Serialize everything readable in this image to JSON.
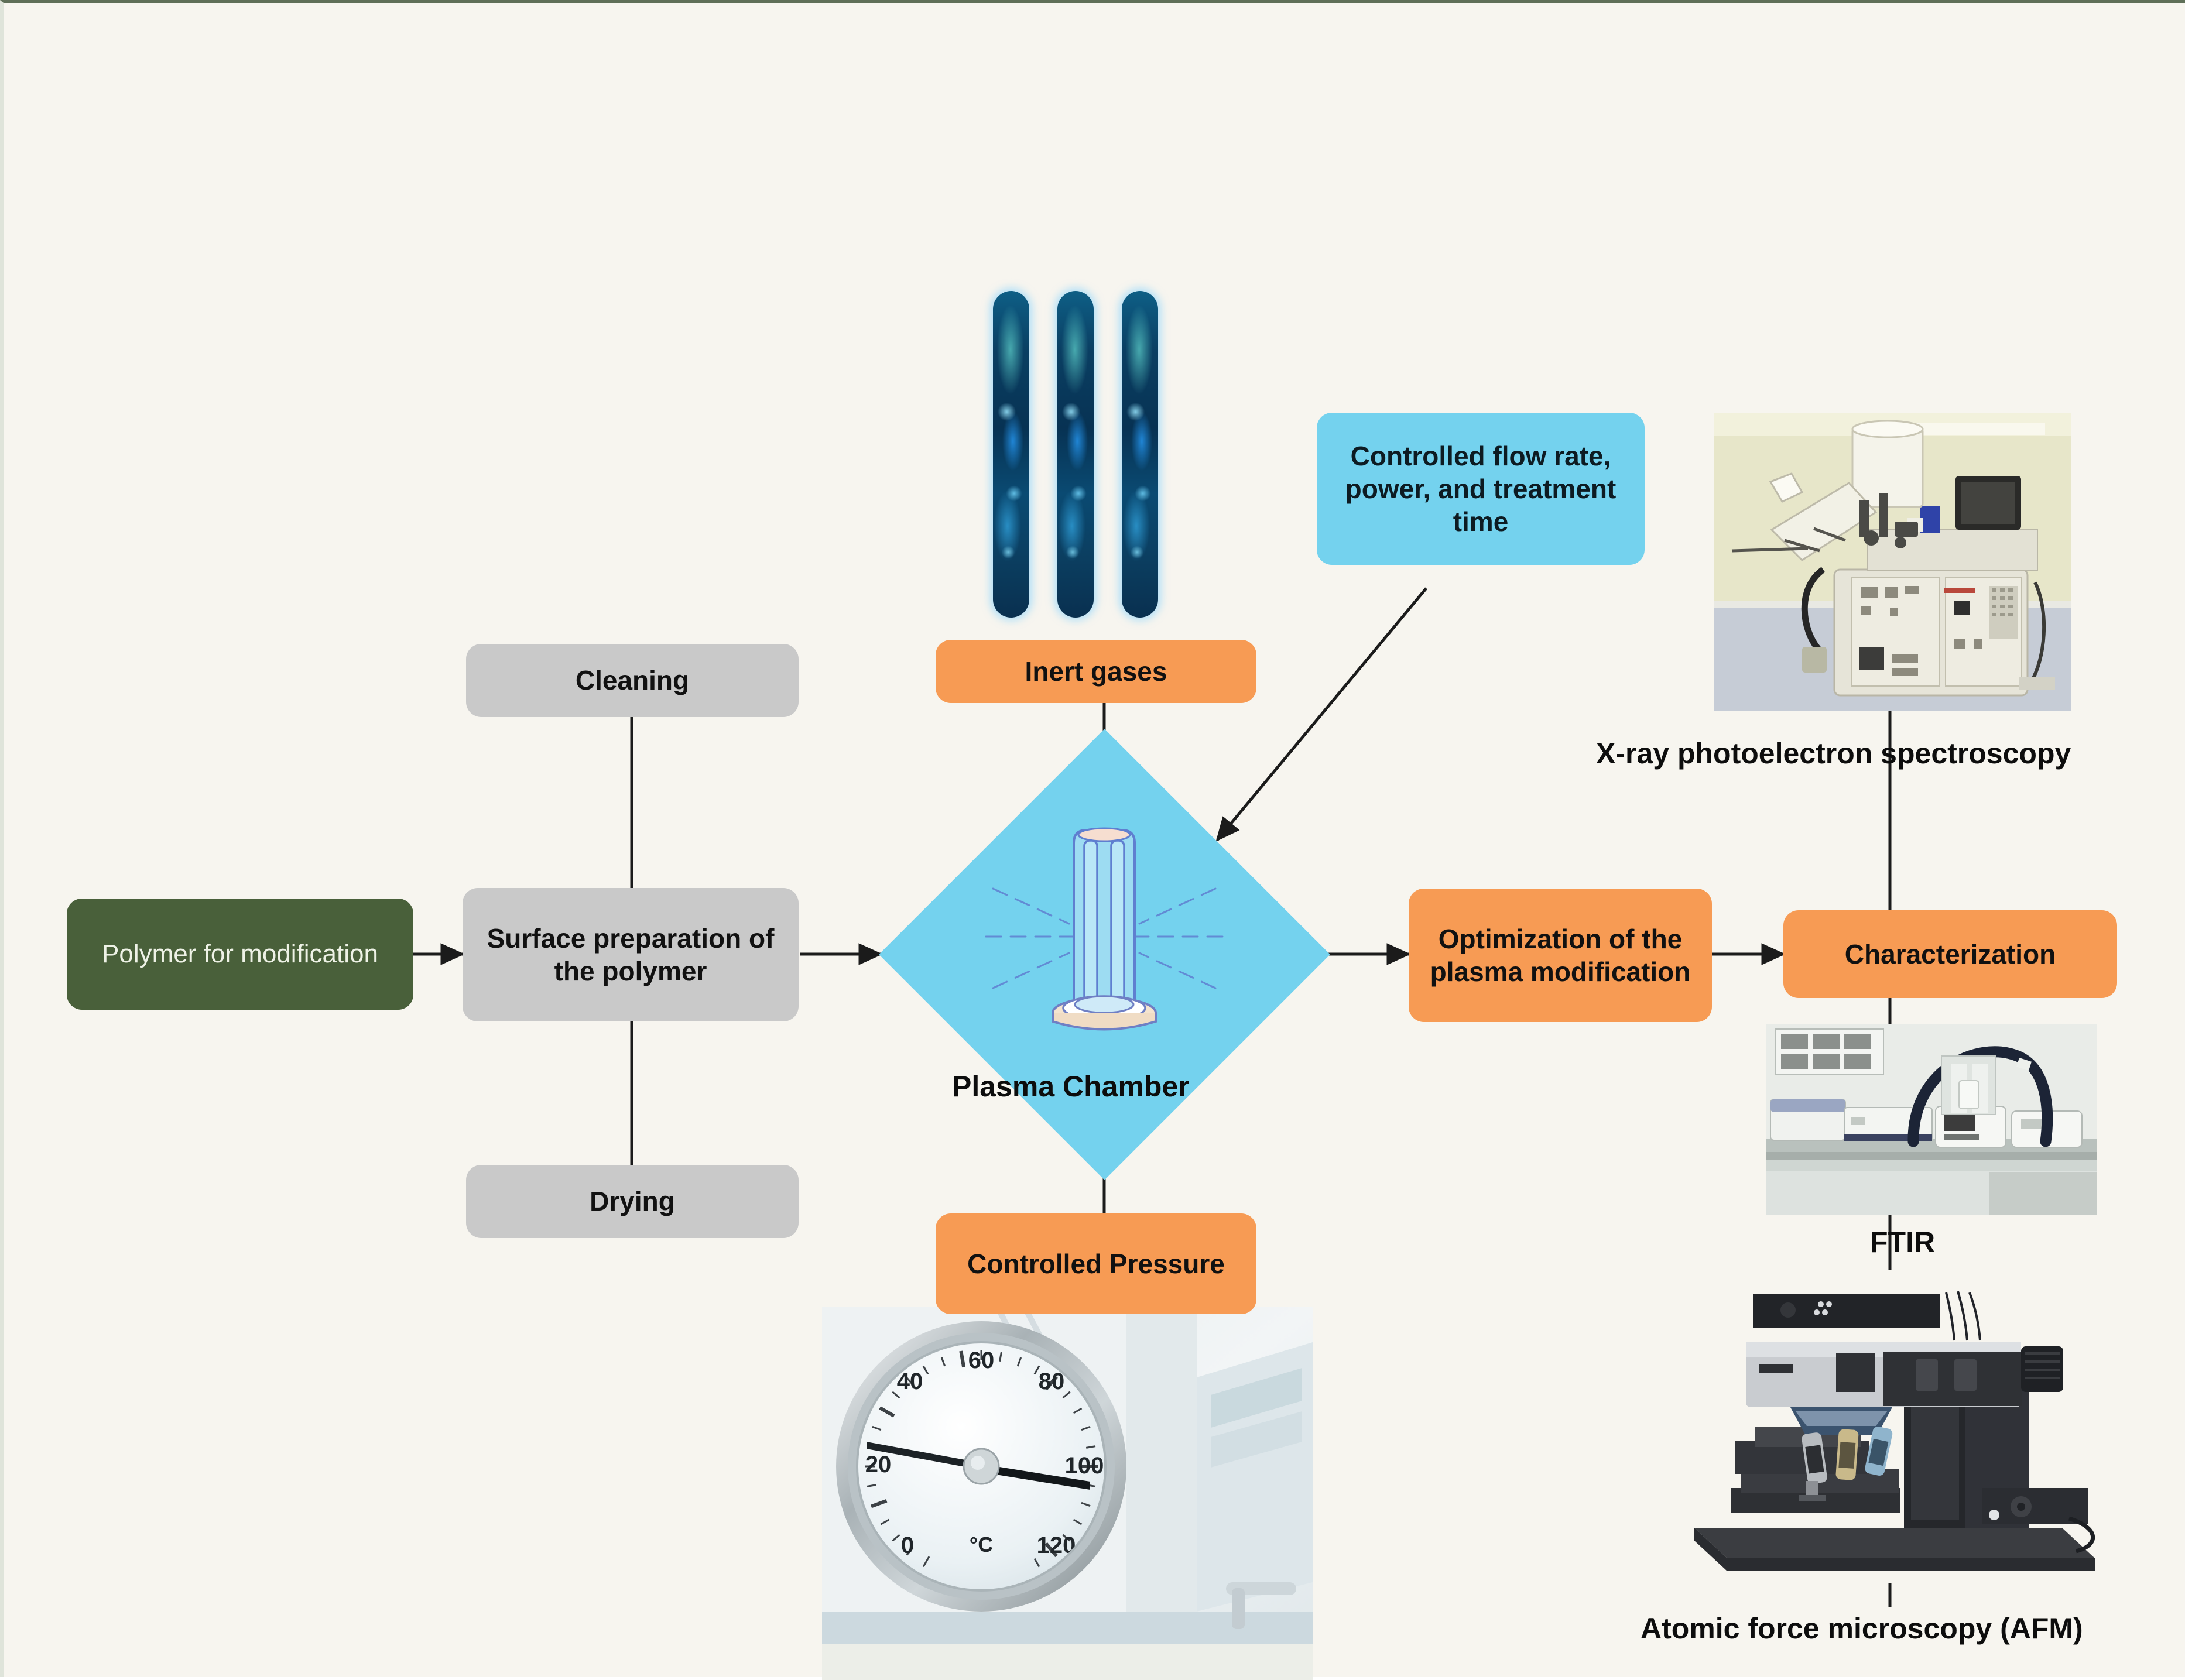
{
  "diagram": {
    "title": "Plasma surface modification of polymers workflow",
    "colors": {
      "background": "#f7f5ef",
      "gray_node": "#c9c9c9",
      "green_node": "#49603a",
      "orange_node": "#f79b54",
      "blue_node": "#74d2ee",
      "diamond": "#74d2ee",
      "connector": "#1b1b1b"
    }
  },
  "nodes": {
    "polymer": {
      "label": "Polymer for modification"
    },
    "cleaning": {
      "label": "Cleaning"
    },
    "surface_prep": {
      "label": "Surface preparation of the polymer"
    },
    "drying": {
      "label": "Drying"
    },
    "inert_gases": {
      "label": "Inert gases"
    },
    "controlled_flow": {
      "label": "Controlled flow rate, power, and treatment time"
    },
    "plasma_chamber": {
      "label": "Plasma Chamber"
    },
    "controlled_pressure": {
      "label": "Controlled Pressure"
    },
    "optimization": {
      "label": "Optimization of the plasma modification"
    },
    "characterization": {
      "label": "Characterization"
    }
  },
  "instrument_labels": {
    "xps": "X-ray photoelectron spectroscopy",
    "ftir": "FTIR",
    "afm": "Atomic force microscopy (AFM)"
  },
  "photos": {
    "xps": {
      "caption": "X-ray photoelectron spectroscopy",
      "alt": "xps-instrument-photo"
    },
    "ftir": {
      "caption": "FTIR",
      "alt": "ftir-instrument-photo"
    },
    "afm": {
      "caption": "Atomic force microscopy (AFM)",
      "alt": "afm-microscope-photo"
    },
    "pressure_gauge": {
      "alt": "pressure-gauge-photo"
    }
  },
  "gauge": {
    "unit": "°C",
    "ticks": [
      "0",
      "20",
      "40",
      "60",
      "80",
      "100",
      "120"
    ]
  },
  "icons": {
    "plasma_lamp": "plasma-lamp-icon",
    "gas_tubes": "glowing-gas-tube-icon"
  }
}
